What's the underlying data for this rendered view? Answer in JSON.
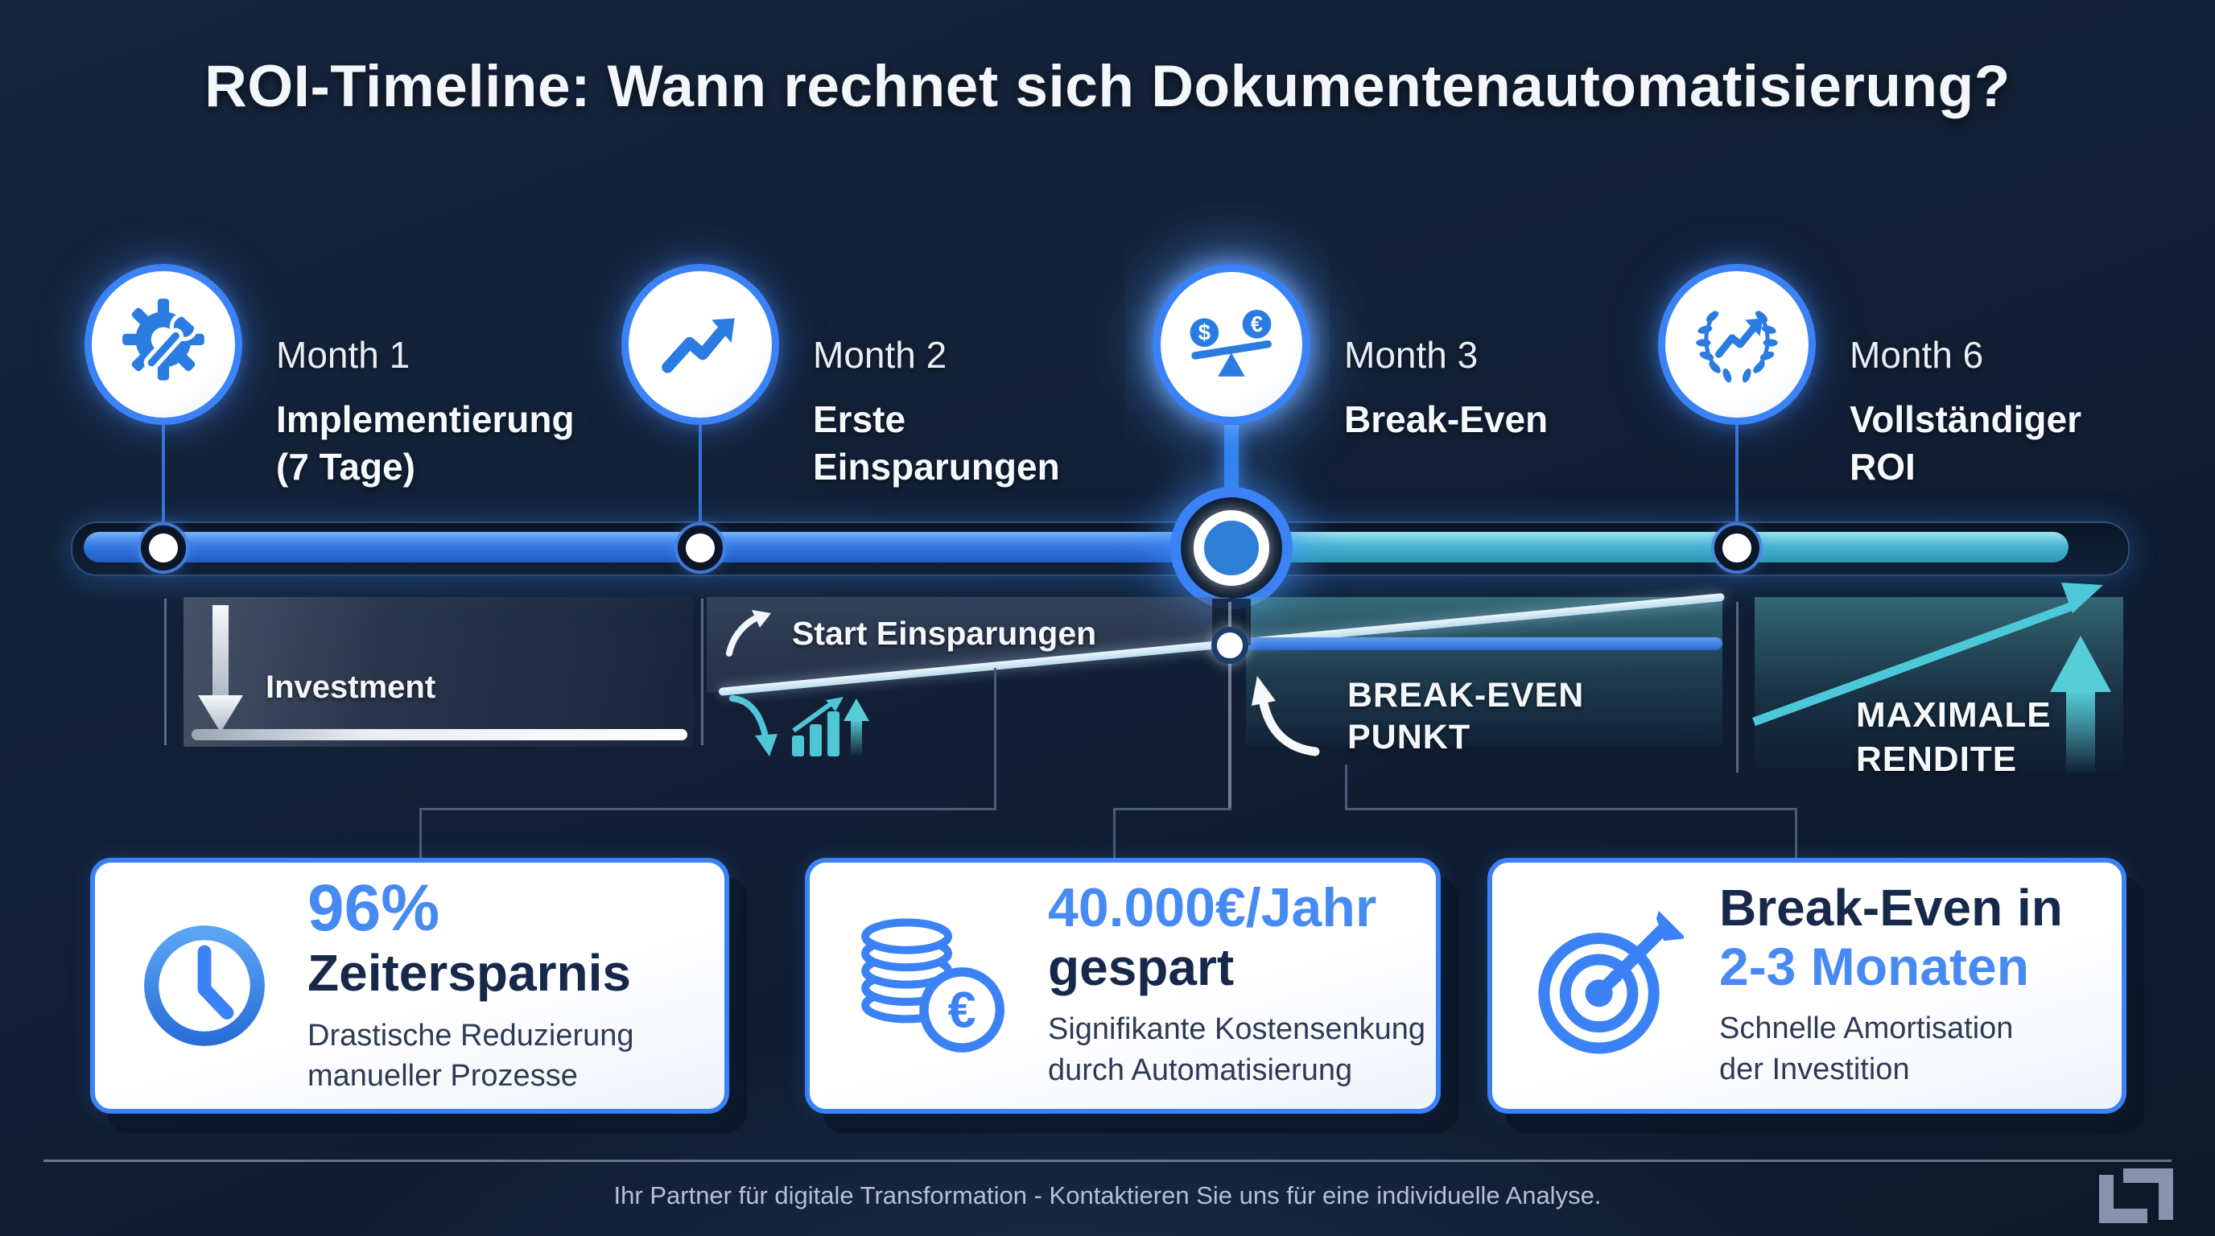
{
  "title": "ROI-Timeline: Wann rechnet sich Dokumentenautomatisierung?",
  "milestones": [
    {
      "month": "Month 1",
      "line1": "Implementierung",
      "line2": "(7 Tage)",
      "icon": "gear-wrench-icon"
    },
    {
      "month": "Month 2",
      "line1": "Erste",
      "line2": "Einsparungen",
      "icon": "trend-up-icon"
    },
    {
      "month": "Month 3",
      "line1": "Break-Even",
      "line2": "",
      "icon": "balance-scale-icon"
    },
    {
      "month": "Month 6",
      "line1": "Vollständiger",
      "line2": "ROI",
      "icon": "laurel-roi-icon"
    }
  ],
  "middle": {
    "investment_label": "Investment",
    "savings_label": "Start Einsparungen",
    "break_even_line1": "BREAK-EVEN",
    "break_even_line2": "PUNKT",
    "max_return_line1": "MAXIMALE",
    "max_return_line2": "RENDITE"
  },
  "cards": [
    {
      "highlight": "96%",
      "heading": "Zeitersparnis",
      "body_line1": "Drastische Reduzierung",
      "body_line2": "manueller Prozesse",
      "icon": "clock-icon"
    },
    {
      "highlight": "40.000€/Jahr",
      "heading": "gespart",
      "body_line1": "Signifikante Kostensenkung",
      "body_line2": "durch Automatisierung",
      "icon": "coins-euro-icon"
    },
    {
      "heading": "Break-Even in",
      "highlight": "2-3 Monaten",
      "body_line1": "Schnelle Amortisation",
      "body_line2": "der Investition",
      "icon": "target-dart-icon"
    }
  ],
  "footer": {
    "text": "Ihr Partner für digitale Transformation - Kontaktieren Sie uns für eine individuelle Analyse."
  },
  "glyphs": {
    "dollar": "$",
    "euro": "€"
  },
  "colors": {
    "background": "#111e33",
    "accent_blue": "#3b82f6",
    "bar_blue": "#3579e4",
    "bar_teal": "#4ab5d2",
    "teal": "#4cc8d8",
    "card_highlight_text": "#478bf2",
    "card_heading_text": "#17294b",
    "white": "#f4f7fb"
  }
}
